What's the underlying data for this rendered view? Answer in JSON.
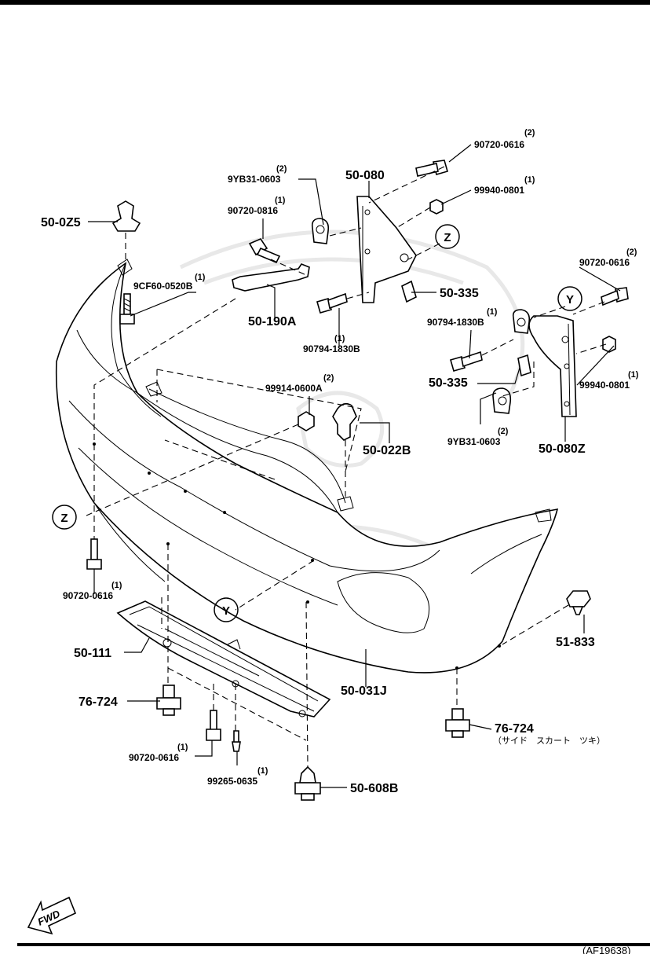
{
  "labels": {
    "p_50_0Z5": "50-0Z5",
    "p_9CF60": "9CF60-0520B",
    "q_9CF60": "(1)",
    "p_90720_0816": "90720-0816",
    "q_90720_0816": "(1)",
    "p_9YB31_top": "9YB31-0603",
    "q_9YB31_top": "(2)",
    "p_50_080": "50-080",
    "p_90720_0616_top": "90720-0616",
    "q_90720_0616_top": "(2)",
    "p_99940_top": "99940-0801",
    "q_99940_top": "(1)",
    "p_50_190A": "50-190A",
    "p_90794_left": "90794-1830B",
    "q_90794_left": "(1)",
    "p_50_335_top": "50-335",
    "p_90720_0616_right": "90720-0616",
    "q_90720_0616_right": "(2)",
    "p_90794_right": "90794-1830B",
    "q_90794_right": "(1)",
    "p_50_335_mid": "50-335",
    "p_99940_right": "99940-0801",
    "q_99940_right": "(1)",
    "p_99914": "99914-0600A",
    "q_99914": "(2)",
    "p_50_022B": "50-022B",
    "p_9YB31_right": "9YB31-0603",
    "q_9YB31_right": "(2)",
    "p_50_080Z": "50-080Z",
    "p_90720_0616_left": "90720-0616",
    "q_90720_0616_left": "(1)",
    "p_51_833": "51-833",
    "p_50_111": "50-111",
    "p_50_031J": "50-031J",
    "p_76_724_left": "76-724",
    "p_76_724_right": "76-724",
    "note_76_724_right": "（サイド　スカート　ツキ）",
    "p_90720_0616_bottom": "90720-0616",
    "q_90720_0616_bottom": "(1)",
    "p_99265": "99265-0635",
    "q_99265": "(1)",
    "p_50_608B": "50-608B"
  },
  "callouts": {
    "z": "Z",
    "y": "Y"
  },
  "fwd": "FWD",
  "footer_code": "(AF19638)"
}
